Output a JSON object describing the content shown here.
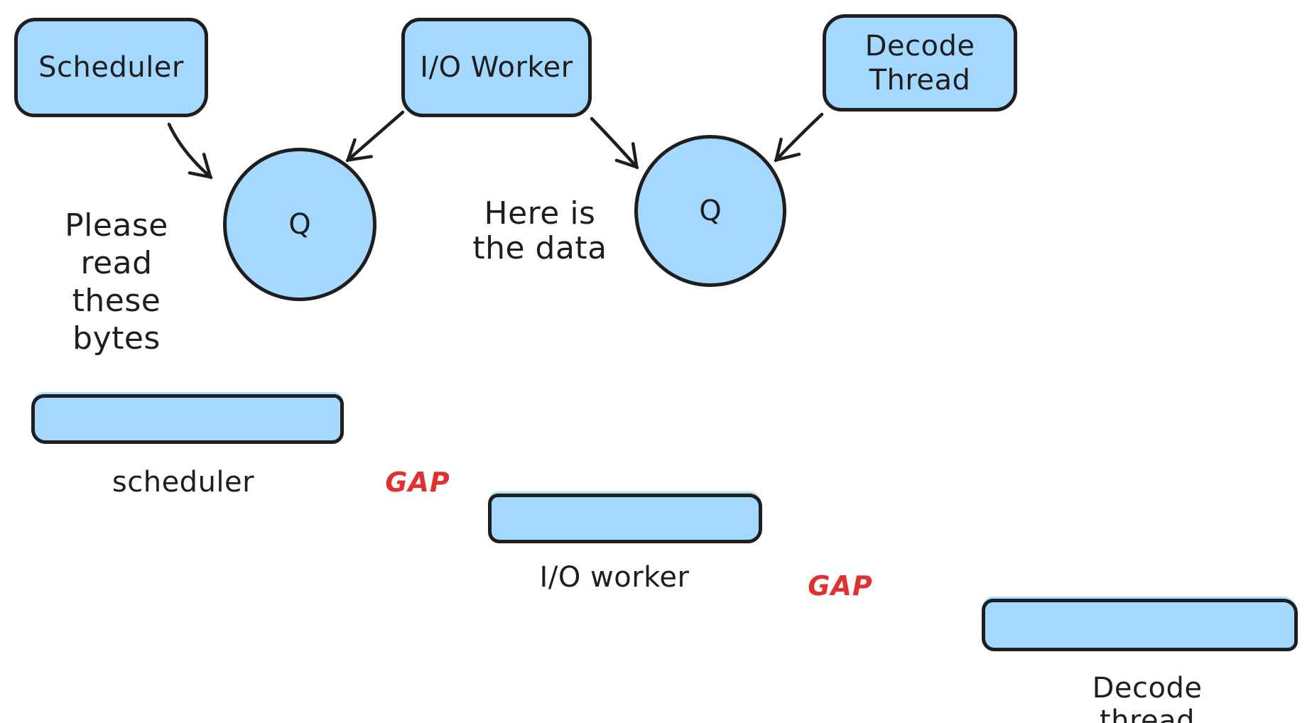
{
  "colors": {
    "background": "#ffffff",
    "shape_fill": "#a5d8ff",
    "stroke": "#1e1e1e",
    "gap_text": "#e03131"
  },
  "flow": {
    "scheduler": {
      "label": "Scheduler"
    },
    "io_worker": {
      "label": "I/O Worker"
    },
    "decode_thread": {
      "label": "Decode\nThread"
    },
    "queue_left": {
      "label": "Q"
    },
    "queue_right": {
      "label": "Q"
    },
    "message_left": {
      "text": "Please read\nthese bytes"
    },
    "message_right": {
      "text": "Here is\nthe data"
    }
  },
  "timeline": {
    "bars": [
      {
        "label": "scheduler"
      },
      {
        "label": "I/O worker"
      },
      {
        "label": "Decode thread"
      }
    ],
    "gaps": [
      {
        "label": "GAP"
      },
      {
        "label": "GAP"
      }
    ]
  }
}
